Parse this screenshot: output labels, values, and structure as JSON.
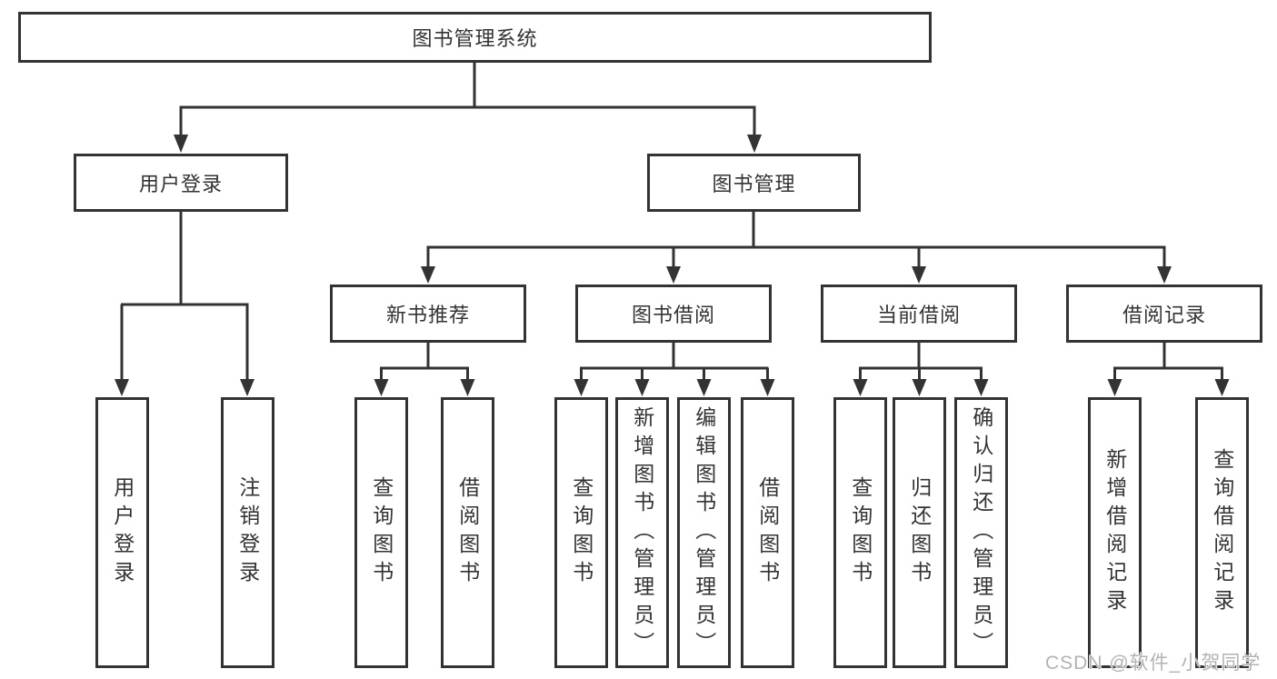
{
  "diagram": {
    "root": {
      "label": "图书管理系统",
      "children": [
        {
          "label": "用户登录",
          "children": [
            {
              "label": "用户登录"
            },
            {
              "label": "注销登录"
            }
          ]
        },
        {
          "label": "图书管理",
          "children": [
            {
              "label": "新书推荐",
              "children": [
                {
                  "label": "查询图书"
                },
                {
                  "label": "借阅图书"
                }
              ]
            },
            {
              "label": "图书借阅",
              "children": [
                {
                  "label": "查询图书"
                },
                {
                  "label": "新增图书（管理员）"
                },
                {
                  "label": "编辑图书（管理员）"
                },
                {
                  "label": "借阅图书"
                }
              ]
            },
            {
              "label": "当前借阅",
              "children": [
                {
                  "label": "查询图书"
                },
                {
                  "label": "归还图书"
                },
                {
                  "label": "确认归还（管理员）"
                }
              ]
            },
            {
              "label": "借阅记录",
              "children": [
                {
                  "label": "新增借阅记录"
                },
                {
                  "label": "查询借阅记录"
                }
              ]
            }
          ]
        }
      ]
    }
  },
  "watermark": {
    "text": "CSDN @软件_小贺同学"
  },
  "colors": {
    "line": "#333333",
    "border": "#333333",
    "text": "#333333",
    "watermark": "#b3b3b3",
    "background": "#ffffff"
  }
}
